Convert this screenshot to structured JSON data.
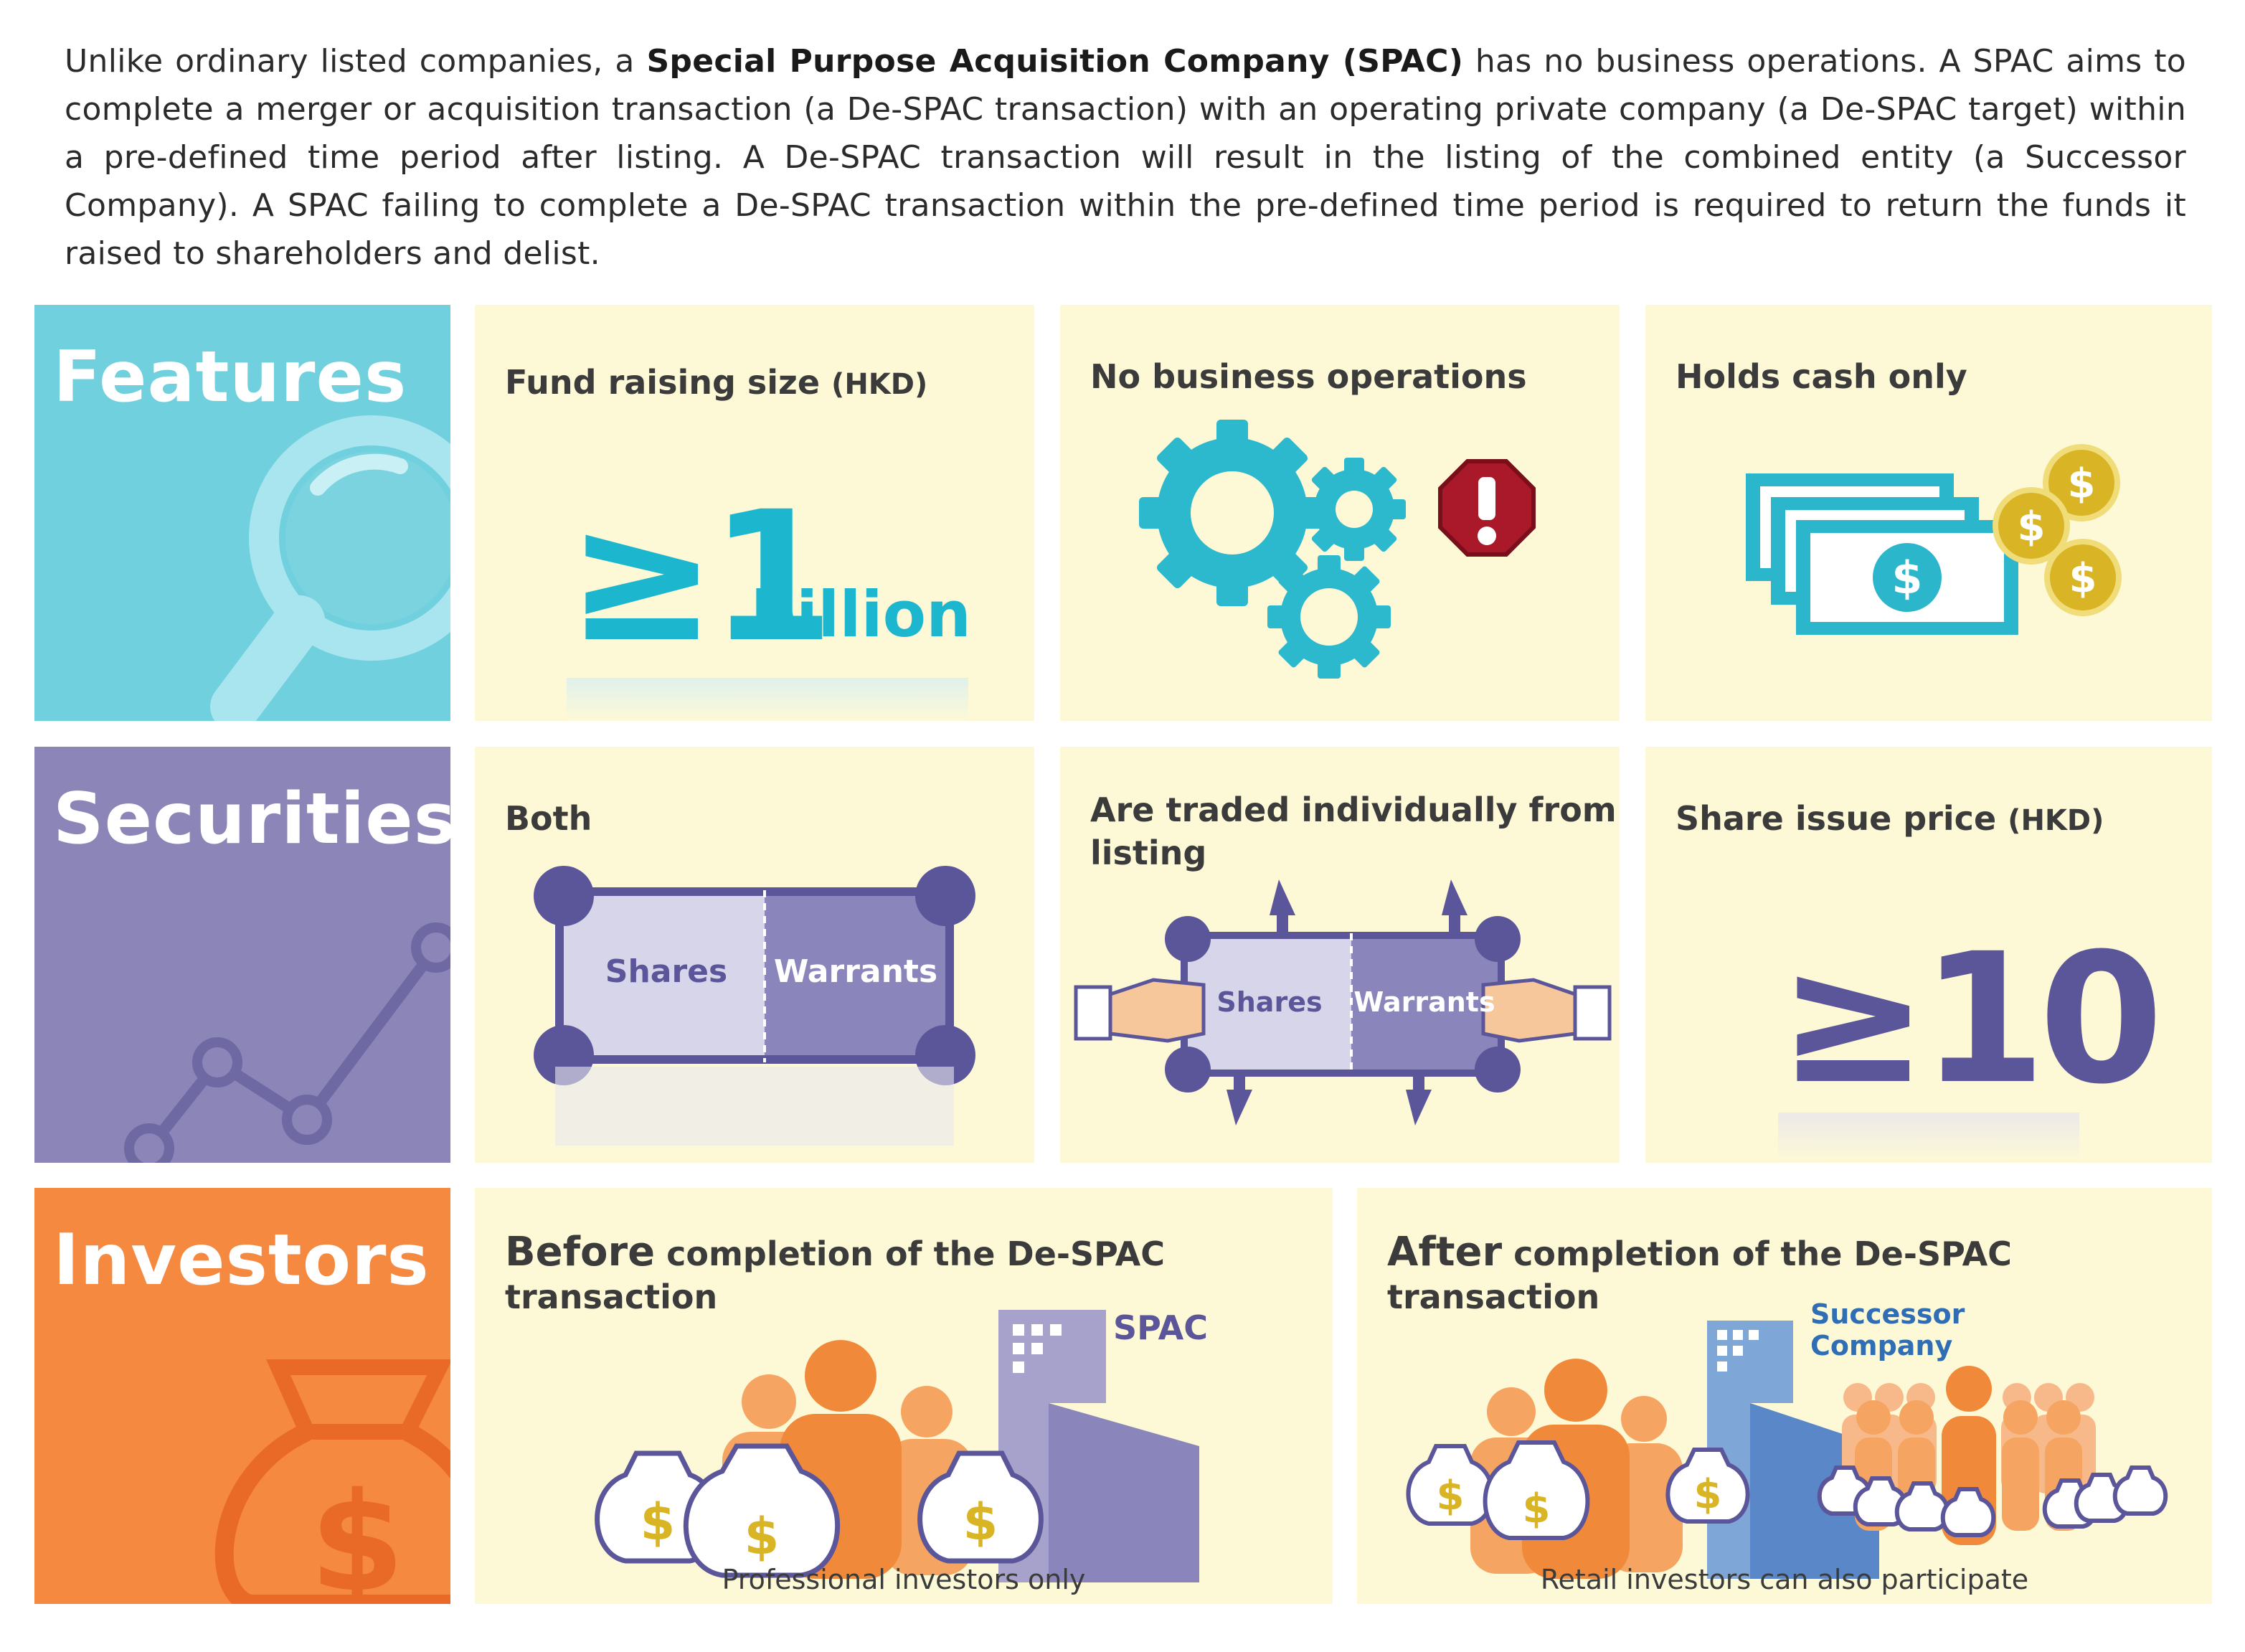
{
  "intro": {
    "part1": "Unlike ordinary listed companies, a ",
    "bold": "Special Purpose Acquisition Company (SPAC)",
    "part2": " has no business operations. A SPAC aims to complete a merger or acquisition transaction (a De-SPAC transaction) with an operating private company (a De-SPAC target) within a pre-defined time period after listing. A De-SPAC transaction will result in the listing of the combined entity (a Successor Company). A SPAC failing to complete a De-SPAC transaction within the pre-defined time period is required to return the funds it raised to shareholders and delist."
  },
  "colors": {
    "features": "#70d0dd",
    "securities": "#8b85b8",
    "investors": "#f5893f",
    "panel_bg": "#fdf9d6",
    "teal": "#1cb7cf",
    "purple": "#5b559a",
    "orange": "#f08a3a",
    "red": "#b01c28",
    "gold": "#d9b425"
  },
  "features": {
    "title": "Features",
    "icon": "magnifier-icon",
    "fund": {
      "title": "Fund raising size",
      "unit": "(HKD)",
      "value": "≥1",
      "suffix": "billion"
    },
    "ops": {
      "title": "No business operations",
      "icons": [
        "gears-icon",
        "warning-octagon-icon"
      ],
      "alert_glyph": "!"
    },
    "cash": {
      "title": "Holds cash only",
      "icons": [
        "banknotes-icon",
        "coins-icon"
      ],
      "currency_glyph": "$"
    }
  },
  "securities": {
    "title": "Securities",
    "icon": "line-chart-icon",
    "both": {
      "title": "Both",
      "shares": "Shares",
      "warrants": "Warrants"
    },
    "traded": {
      "title": "Are traded individually from listing",
      "shares": "Shares",
      "warrants": "Warrants",
      "icons": [
        "hands-icon",
        "arrows-icon"
      ]
    },
    "price": {
      "title": "Share issue price",
      "unit": "(HKD)",
      "value": "≥10"
    }
  },
  "investors": {
    "title": "Investors",
    "icon": "money-bag-icon",
    "before": {
      "lead": "Before",
      "rest": " completion of the De-SPAC transaction",
      "label": "SPAC",
      "caption": "Professional investors only"
    },
    "after": {
      "lead": "After",
      "rest": " completion of the De-SPAC transaction",
      "label_line1": "Successor",
      "label_line2": "Company",
      "caption": "Retail investors can also participate"
    }
  }
}
